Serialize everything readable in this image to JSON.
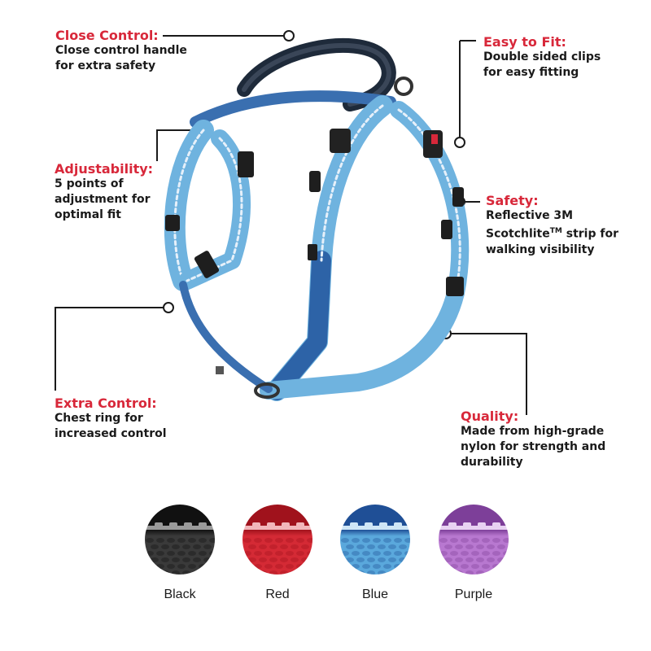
{
  "callouts": {
    "close_control": {
      "title": "Close Control:",
      "desc": "Close control handle\nfor extra safety"
    },
    "easy_to_fit": {
      "title": "Easy to Fit:",
      "desc": "Double sided clips\nfor easy fitting"
    },
    "adjustability": {
      "title": "Adjustability:",
      "desc": "5 points of\nadjustment for\noptimal fit"
    },
    "safety": {
      "title": "Safety:",
      "line1": "Reflective 3M",
      "line2a": "Scotchlite",
      "tm": "TM",
      "line2b": " strip for",
      "line3": "walking visibility"
    },
    "extra_control": {
      "title": "Extra Control:",
      "desc": "Chest ring for\nincreased control"
    },
    "quality": {
      "title": "Quality:",
      "desc": "Made from high-grade\nnylon for strength and\ndurability"
    }
  },
  "colors": {
    "accent": "#d8283a",
    "harness_light": "#6fb3df",
    "harness_dark": "#2d63a7"
  },
  "swatches": [
    {
      "label": "Black",
      "base": "#3a3a3a",
      "dark": "#111111",
      "light": "#9a9a9a"
    },
    {
      "label": "Red",
      "base": "#d42a35",
      "dark": "#a0121c",
      "light": "#f2b6ba"
    },
    {
      "label": "Blue",
      "base": "#5aa8dc",
      "dark": "#1f4f96",
      "light": "#cfe6f6"
    },
    {
      "label": "Purple",
      "base": "#b878d0",
      "dark": "#7d3f99",
      "light": "#e8d2f2"
    }
  ]
}
